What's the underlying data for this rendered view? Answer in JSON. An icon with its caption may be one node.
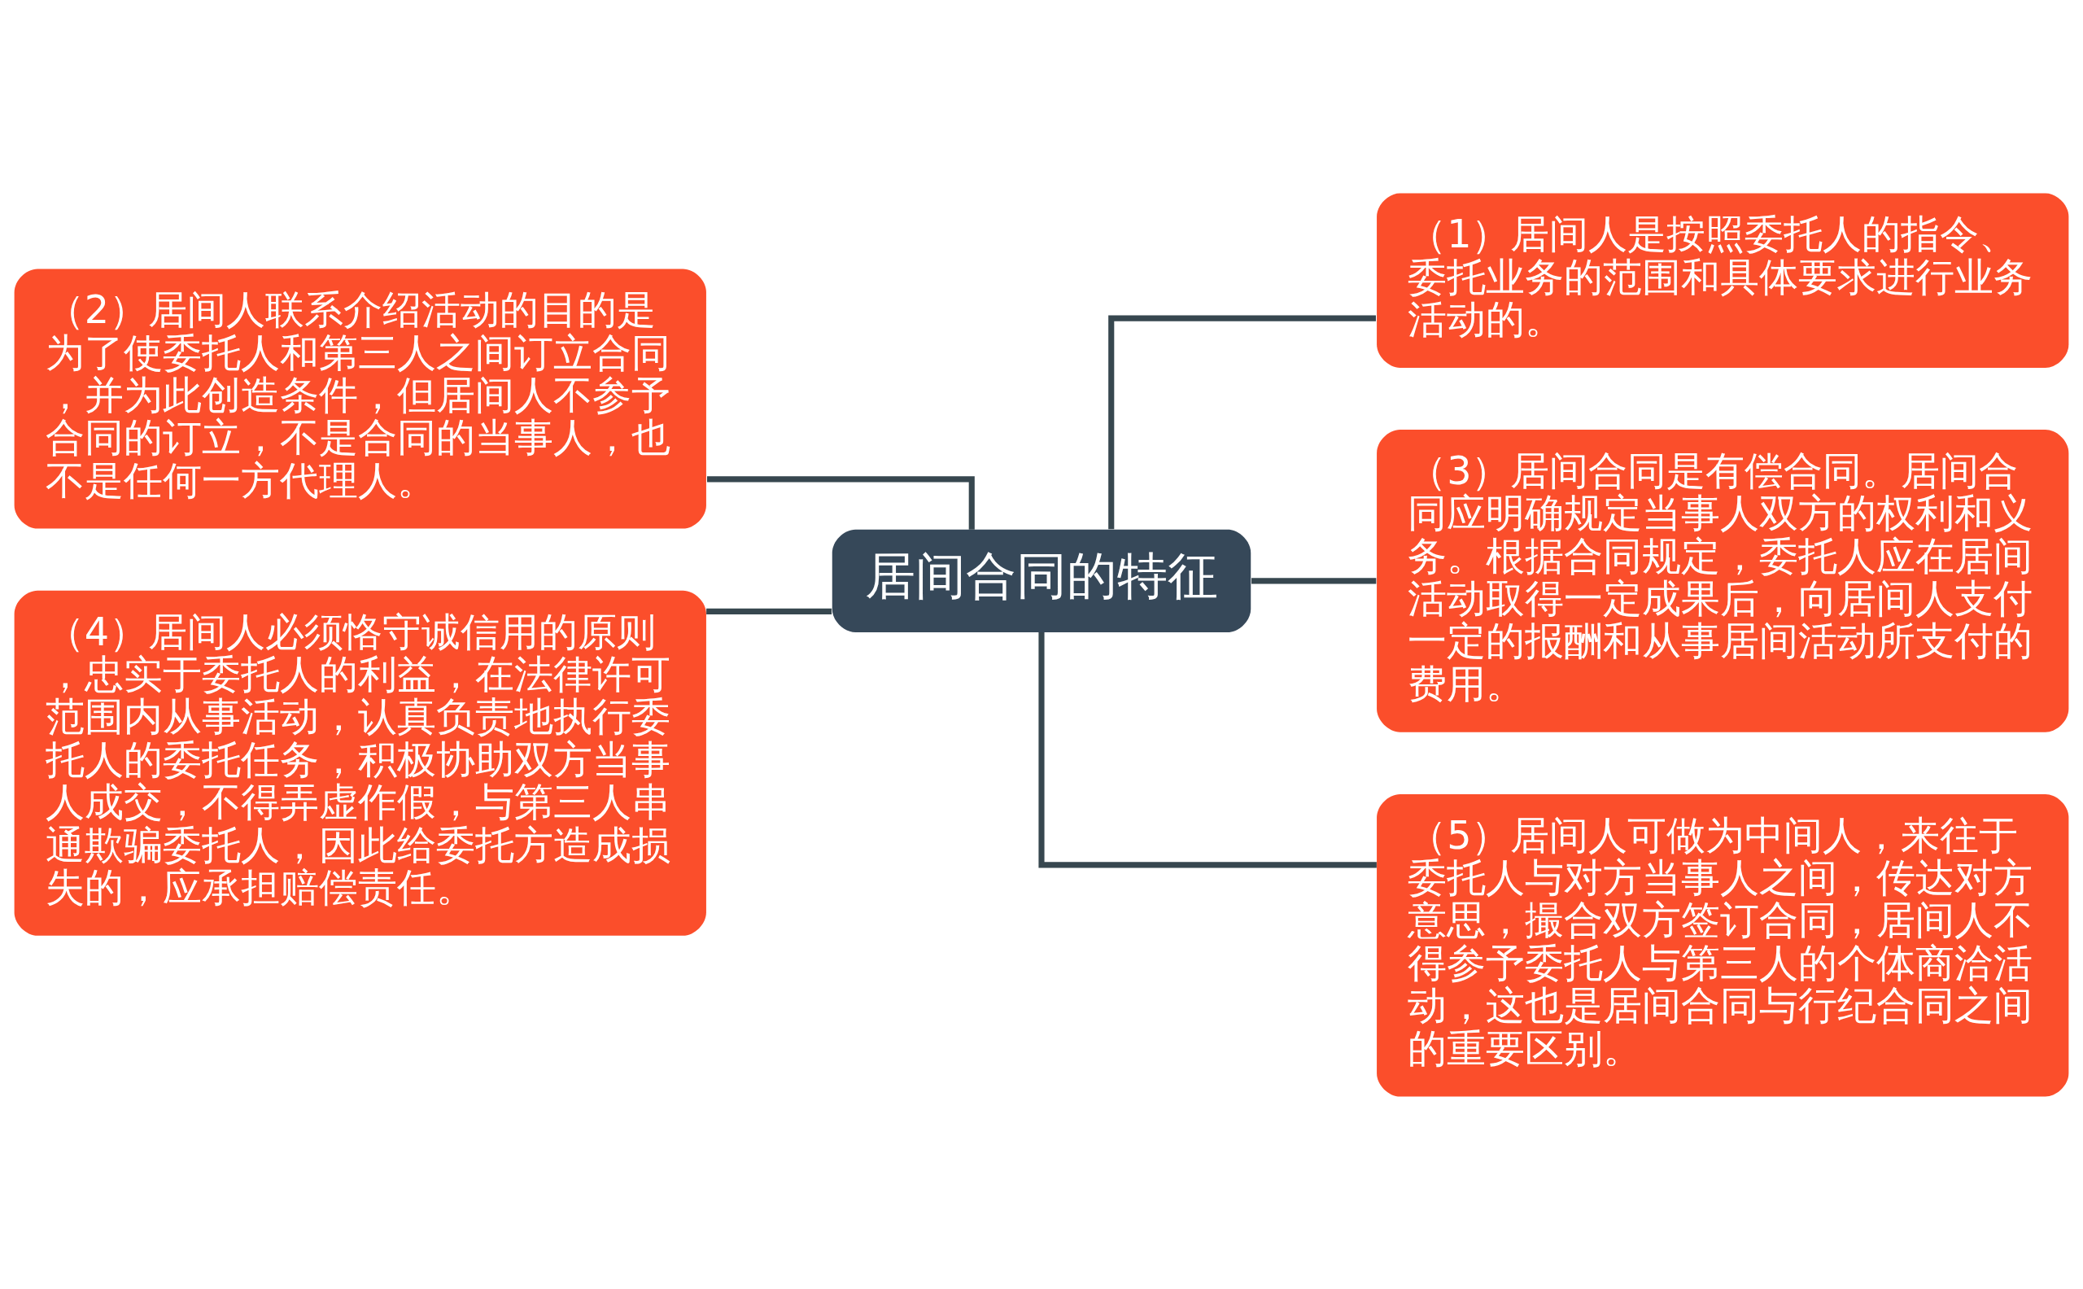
{
  "diagram": {
    "nodes": [
      {
        "text": [
          "居间合同的特征"
        ]
      },
      {
        "text": [
          "（1）居间人是按照委托人的指令、委托业务的范围和具体要求进行业务活动的。"
        ]
      },
      {
        "text": [
          "（2）居间人联系介绍活动的目的是为了使委托人和第三人之间订立合同，并为此创造条件，但居间人不参予合同的订立，不是合同的当事人，也不是任何一方代理人。"
        ]
      },
      {
        "text": [
          "（3）居间合同是有偿合同。居间合同应明确规定当事人双方的权利和义务。根据合同规定，委托人应在居间活动取得一定成果后，向居间人支付一定的报酬和从事居间活动所支付的费用。"
        ]
      },
      {
        "text": [
          "（4）居间人必须恪守诚信用的原则，忠实于委托人的利益，在法律许可范围内从事活动，认真负责地执行委托人的委托任务，积极协助双方当事人成交，不得弄虚作假，与第三人串通欺骗委托人，因此给委托方造成损失的，应承担赔偿责任。"
        ]
      },
      {
        "text": [
          "（5）居间人可做为中间人，来往于委托人与对方当事人之间，传达对方意思，撮合双方签订合同，居间人不得参予委托人与第三人的个体商洽活动，这也是居间合同与行纪合同之间的重要区别。"
        ]
      }
    ],
    "edges": [
      {
        "from": 0,
        "to": 1,
        "arrow": "none"
      },
      {
        "from": 0,
        "to": 2,
        "arrow": "none"
      },
      {
        "from": 0,
        "to": 3,
        "arrow": "none"
      },
      {
        "from": 0,
        "to": 4,
        "arrow": "none"
      },
      {
        "from": 0,
        "to": 5,
        "arrow": "none"
      }
    ]
  }
}
